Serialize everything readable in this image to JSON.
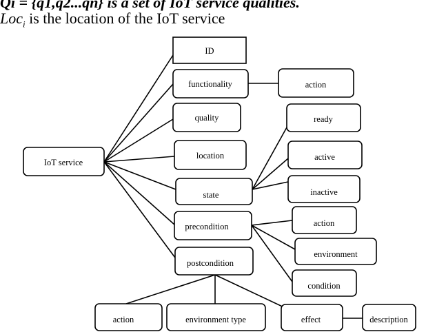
{
  "intro": {
    "line1": "Qi = {q1,q2...qn} is a set of IoT service qualities.",
    "line2_symbol": "Loc",
    "line2_sub": "i",
    "line2_rest": " is the location of the IoT service"
  },
  "nodes": {
    "iot_service": "IoT service",
    "id": "ID",
    "functionality": "functionality",
    "quality": "quality",
    "location": "location",
    "state": "state",
    "precondition": "precondition",
    "postcondition": "postcondition",
    "func_action": "action",
    "ready": "ready",
    "active": "active",
    "inactive": "inactive",
    "pre_action": "action",
    "environment": "environment",
    "condition": "condition",
    "post_action": "action",
    "environment_type": "environment type",
    "effect": "effect",
    "description": "description"
  }
}
